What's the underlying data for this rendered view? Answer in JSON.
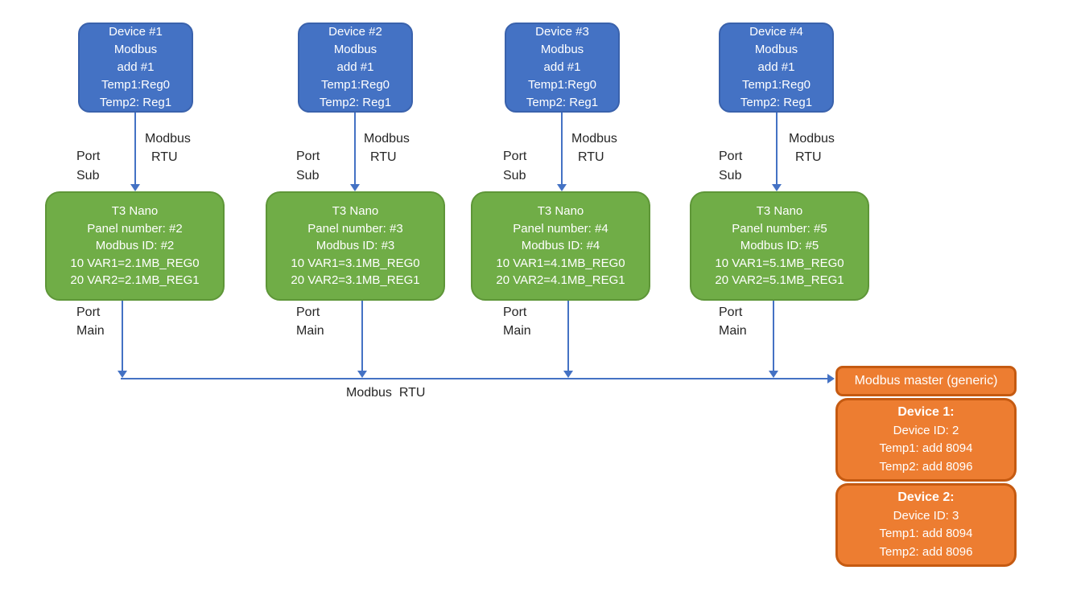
{
  "colors": {
    "blue_fill": "#4472C4",
    "blue_border": "#3A62AC",
    "green_fill": "#70AD47",
    "green_border": "#5E9638",
    "orange_fill": "#ED7D31",
    "orange_border": "#C55A11",
    "arrow": "#4472C4",
    "label_text": "#262626",
    "box_text": "#FFFFFF"
  },
  "columns": [
    {
      "device": [
        "Device #1",
        "Modbus",
        "add #1",
        "Temp1:Reg0",
        "Temp2: Reg1"
      ],
      "rtu_label": [
        "Modbus",
        "RTU"
      ],
      "port_sub": [
        "Port",
        "Sub"
      ],
      "panel": [
        "T3 Nano",
        "Panel number: #2",
        "Modbus ID: #2",
        "10 VAR1=2.1MB_REG0",
        "20 VAR2=2.1MB_REG1"
      ],
      "port_main": [
        "Port",
        "Main"
      ]
    },
    {
      "device": [
        "Device #2",
        "Modbus",
        "add #1",
        "Temp1:Reg0",
        "Temp2: Reg1"
      ],
      "rtu_label": [
        "Modbus",
        "RTU"
      ],
      "port_sub": [
        "Port",
        "Sub"
      ],
      "panel": [
        "T3 Nano",
        "Panel number: #3",
        "Modbus ID: #3",
        "10 VAR1=3.1MB_REG0",
        "20 VAR2=3.1MB_REG1"
      ],
      "port_main": [
        "Port",
        "Main"
      ]
    },
    {
      "device": [
        "Device #3",
        "Modbus",
        "add #1",
        "Temp1:Reg0",
        "Temp2: Reg1"
      ],
      "rtu_label": [
        "Modbus",
        "RTU"
      ],
      "port_sub": [
        "Port",
        "Sub"
      ],
      "panel": [
        "T3 Nano",
        "Panel number: #4",
        "Modbus ID: #4",
        "10 VAR1=4.1MB_REG0",
        "20 VAR2=4.1MB_REG1"
      ],
      "port_main": [
        "Port",
        "Main"
      ]
    },
    {
      "device": [
        "Device #4",
        "Modbus",
        "add #1",
        "Temp1:Reg0",
        "Temp2: Reg1"
      ],
      "rtu_label": [
        "Modbus",
        "RTU"
      ],
      "port_sub": [
        "Port",
        "Sub"
      ],
      "panel": [
        "T3 Nano",
        "Panel number: #5",
        "Modbus ID: #5",
        "10 VAR1=5.1MB_REG0",
        "20 VAR2=5.1MB_REG1"
      ],
      "port_main": [
        "Port",
        "Main"
      ]
    }
  ],
  "bus": {
    "label": "Modbus  RTU"
  },
  "master": {
    "title": "Modbus master (generic)",
    "devices": [
      {
        "title": "Device 1:",
        "lines": [
          "Device ID: 2",
          "Temp1: add 8094",
          "Temp2: add 8096"
        ]
      },
      {
        "title": "Device 2:",
        "lines": [
          "Device ID: 3",
          "Temp1: add 8094",
          "Temp2: add 8096"
        ]
      }
    ]
  }
}
